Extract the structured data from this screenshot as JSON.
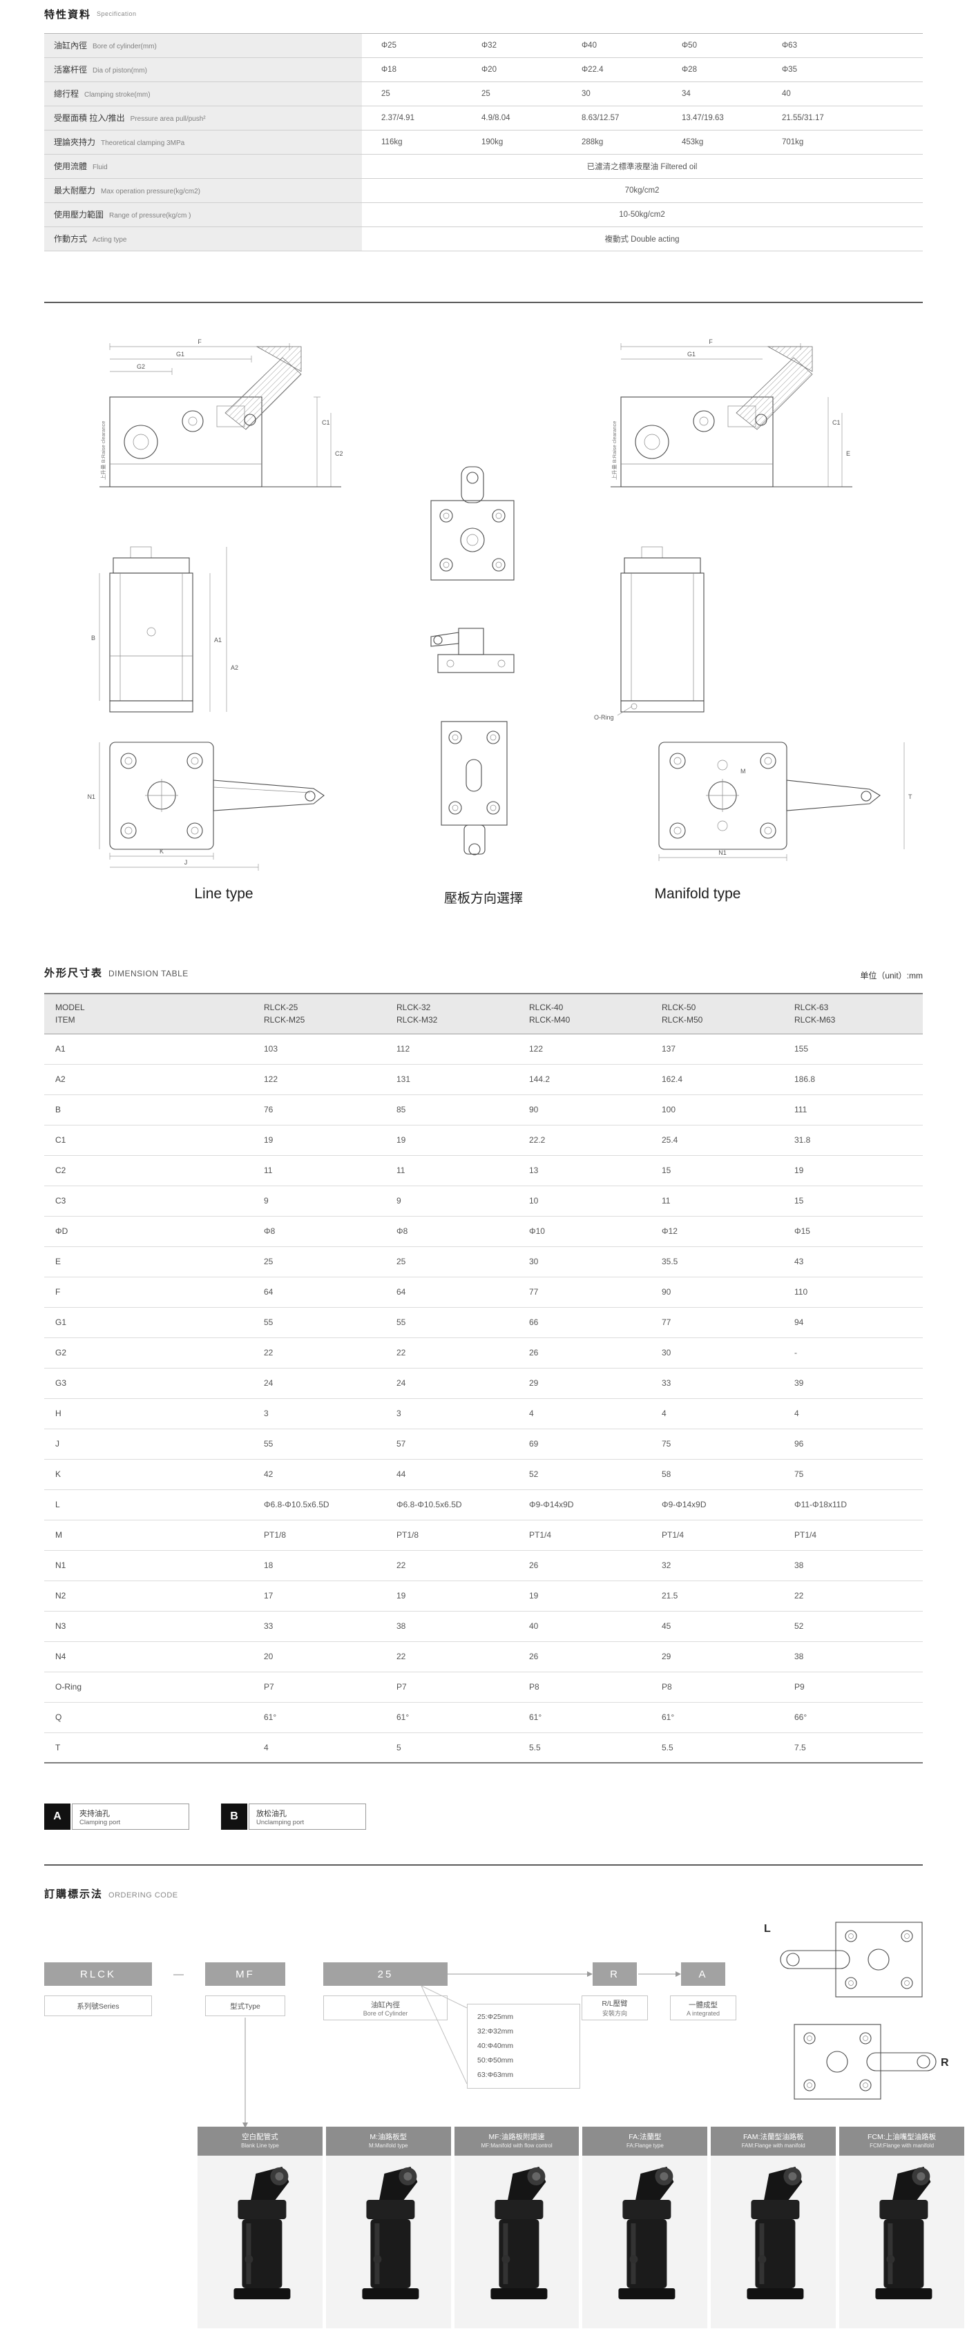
{
  "spec": {
    "title_zh": "特性資料",
    "title_en": "Specification",
    "value_rows": [
      {
        "label_zh": "油缸內徑",
        "label_en": "Bore of cylinder(mm)",
        "values": [
          "Φ25",
          "Φ32",
          "Φ40",
          "Φ50",
          "Φ63"
        ]
      },
      {
        "label_zh": "活塞杆徑",
        "label_en": "Dia of piston(mm)",
        "values": [
          "Φ18",
          "Φ20",
          "Φ22.4",
          "Φ28",
          "Φ35"
        ]
      },
      {
        "label_zh": "總行程",
        "label_en": "Clamping stroke(mm)",
        "values": [
          "25",
          "25",
          "30",
          "34",
          "40"
        ]
      },
      {
        "label_zh": "受壓面積 拉入/推出",
        "label_en": "Pressure area pull/push²",
        "values": [
          "2.37/4.91",
          "4.9/8.04",
          "8.63/12.57",
          "13.47/19.63",
          "21.55/31.17"
        ]
      },
      {
        "label_zh": "理論夾持力",
        "label_en": "Theoretical clamping 3MPa",
        "values": [
          "116kg",
          "190kg",
          "288kg",
          "453kg",
          "701kg"
        ]
      }
    ],
    "span_rows": [
      {
        "label_zh": "使用流體",
        "label_en": "Fluid",
        "value": "已濾清之標準液壓油 Filtered oil"
      },
      {
        "label_zh": "最大耐壓力",
        "label_en": "Max operation pressure(kg/cm2)",
        "value": "70kg/cm2"
      },
      {
        "label_zh": "使用壓力範圍",
        "label_en": "Range of pressure(kg/cm )",
        "value": "10-50kg/cm2"
      },
      {
        "label_zh": "作動方式",
        "label_en": "Acting type",
        "value": "複動式 Double acting"
      }
    ]
  },
  "drawings": {
    "caption_line": "Line type",
    "caption_direction": "壓板方向選擇",
    "caption_manifold": "Manifold type",
    "raise_note": "上升量 B:Raise clearance",
    "oring": "O-Ring",
    "dim": {
      "F": "F",
      "G1": "G1",
      "G2": "G2",
      "C1": "C1",
      "C2": "C2",
      "A1": "A1",
      "A2": "A2",
      "B": "B",
      "K": "K",
      "J": "J",
      "N1": "N1",
      "E": "E",
      "M": "M",
      "T": "T"
    }
  },
  "dimension": {
    "title_zh": "外形尺寸表",
    "title_en": "DIMENSION TABLE",
    "unit_note": "单位（unit）:mm",
    "header_model": "MODEL",
    "header_item": "ITEM",
    "models": [
      {
        "line": "RLCK-25",
        "manifold": "RLCK-M25"
      },
      {
        "line": "RLCK-32",
        "manifold": "RLCK-M32"
      },
      {
        "line": "RLCK-40",
        "manifold": "RLCK-M40"
      },
      {
        "line": "RLCK-50",
        "manifold": "RLCK-M50"
      },
      {
        "line": "RLCK-63",
        "manifold": "RLCK-M63"
      }
    ],
    "rows": [
      {
        "label": "A1",
        "values": [
          "103",
          "112",
          "122",
          "137",
          "155"
        ]
      },
      {
        "label": "A2",
        "values": [
          "122",
          "131",
          "144.2",
          "162.4",
          "186.8"
        ]
      },
      {
        "label": "B",
        "values": [
          "76",
          "85",
          "90",
          "100",
          "111"
        ]
      },
      {
        "label": "C1",
        "values": [
          "19",
          "19",
          "22.2",
          "25.4",
          "31.8"
        ]
      },
      {
        "label": "C2",
        "values": [
          "11",
          "11",
          "13",
          "15",
          "19"
        ]
      },
      {
        "label": "C3",
        "values": [
          "9",
          "9",
          "10",
          "11",
          "15"
        ]
      },
      {
        "label": "ΦD",
        "values": [
          "Φ8",
          "Φ8",
          "Φ10",
          "Φ12",
          "Φ15"
        ]
      },
      {
        "label": "E",
        "values": [
          "25",
          "25",
          "30",
          "35.5",
          "43"
        ]
      },
      {
        "label": "F",
        "values": [
          "64",
          "64",
          "77",
          "90",
          "110"
        ]
      },
      {
        "label": "G1",
        "values": [
          "55",
          "55",
          "66",
          "77",
          "94"
        ]
      },
      {
        "label": "G2",
        "values": [
          "22",
          "22",
          "26",
          "30",
          "-"
        ]
      },
      {
        "label": "G3",
        "values": [
          "24",
          "24",
          "29",
          "33",
          "39"
        ]
      },
      {
        "label": "H",
        "values": [
          "3",
          "3",
          "4",
          "4",
          "4"
        ]
      },
      {
        "label": "J",
        "values": [
          "55",
          "57",
          "69",
          "75",
          "96"
        ]
      },
      {
        "label": "K",
        "values": [
          "42",
          "44",
          "52",
          "58",
          "75"
        ]
      },
      {
        "label": "L",
        "values": [
          "Φ6.8-Φ10.5x6.5D",
          "Φ6.8-Φ10.5x6.5D",
          "Φ9-Φ14x9D",
          "Φ9-Φ14x9D",
          "Φ11-Φ18x11D"
        ]
      },
      {
        "label": "M",
        "values": [
          "PT1/8",
          "PT1/8",
          "PT1/4",
          "PT1/4",
          "PT1/4"
        ]
      },
      {
        "label": "N1",
        "values": [
          "18",
          "22",
          "26",
          "32",
          "38"
        ]
      },
      {
        "label": "N2",
        "values": [
          "17",
          "19",
          "19",
          "21.5",
          "22"
        ]
      },
      {
        "label": "N3",
        "values": [
          "33",
          "38",
          "40",
          "45",
          "52"
        ]
      },
      {
        "label": "N4",
        "values": [
          "20",
          "22",
          "26",
          "29",
          "38"
        ]
      },
      {
        "label": "O-Ring",
        "values": [
          "P7",
          "P7",
          "P8",
          "P8",
          "P9"
        ]
      },
      {
        "label": "Q",
        "values": [
          "61°",
          "61°",
          "61°",
          "61°",
          "66°"
        ]
      },
      {
        "label": "T",
        "values": [
          "4",
          "5",
          "5.5",
          "5.5",
          "7.5"
        ]
      }
    ]
  },
  "legend": {
    "a_badge": "A",
    "a_zh": "夾持油孔",
    "a_en": "Clamping port",
    "b_badge": "B",
    "b_zh": "放松油孔",
    "b_en": "Unclamping port"
  },
  "ordering": {
    "title_zh": "訂購標示法",
    "title_en": "ORDERING CODE",
    "dash": "—",
    "code_boxes": {
      "series": "RLCK",
      "type": "MF",
      "bore": "25",
      "rl": "R",
      "integrated": "A"
    },
    "labels": {
      "series": "系列號Series",
      "type": "型式Type",
      "bore_zh": "油缸內徑",
      "bore_en": "Bore of Cylinder",
      "rl_zh": "R/L壓臂",
      "rl_en": "安裝方向",
      "integrated_zh": "一體成型",
      "integrated_en": "A integrated"
    },
    "bore_options": [
      "25:Φ25mm",
      "32:Φ32mm",
      "40:Φ40mm",
      "50:Φ50mm",
      "63:Φ63mm"
    ],
    "lr": {
      "l": "L",
      "r": "R"
    },
    "product_types": [
      {
        "zh": "空白配管式",
        "en": "Blank Line type"
      },
      {
        "zh": "M:油路板型",
        "en": "M:Manifold type"
      },
      {
        "zh": "MF:油路板附調速",
        "en": "MF:Manifold with flow control"
      },
      {
        "zh": "FA:法蘭型",
        "en": "FA:Flange type"
      },
      {
        "zh": "FAM:法蘭型油路板",
        "en": "FAM:Flange with manifold"
      },
      {
        "zh": "FCM:上油嘴型油路板",
        "en": "FCM:Flange with manifold"
      }
    ]
  }
}
